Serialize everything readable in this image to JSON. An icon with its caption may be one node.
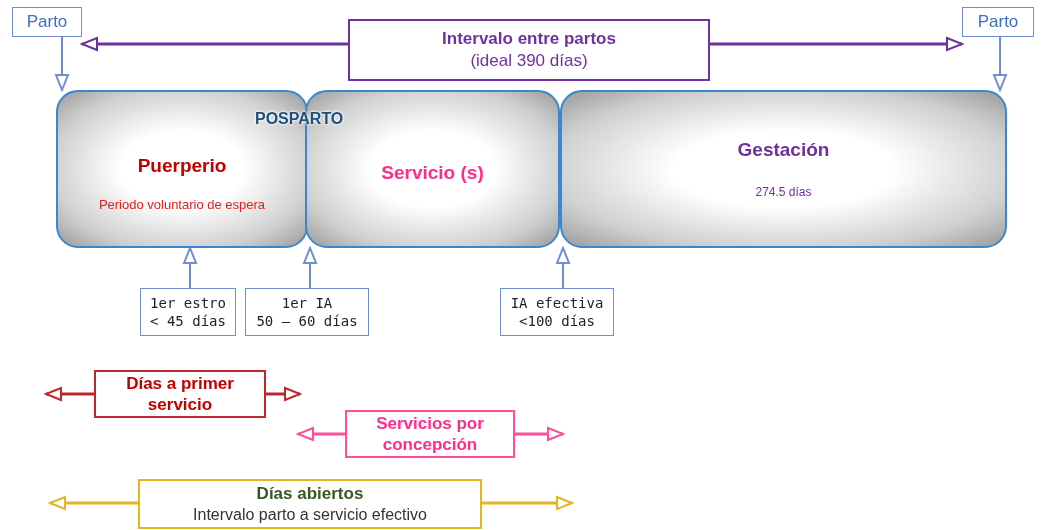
{
  "diagram": {
    "nodes": [
      {
        "text": [
          "Parto"
        ]
      },
      {
        "text": [
          "Parto"
        ]
      },
      {
        "text": [
          "Intervalo entre partos",
          "(ideal 390 días)"
        ]
      },
      {
        "text": [
          "Puerperio",
          "Periodo voluntario de espera"
        ]
      },
      {
        "text": [
          "Servicio (s)"
        ]
      },
      {
        "text": [
          "Gestación",
          "274.5 días"
        ]
      },
      {
        "text": [
          "1er estro < 45 días"
        ]
      },
      {
        "text": [
          "1er IA 50 – 60 días"
        ]
      },
      {
        "text": [
          "IA efectiva <100 días"
        ]
      },
      {
        "text": [
          "Días a primer servicio"
        ]
      },
      {
        "text": [
          "Servicios por concepción"
        ]
      },
      {
        "text": [
          "Días abiertos",
          "Intervalo parto a servicio efectivo"
        ]
      }
    ],
    "edges": [
      {
        "from": 0,
        "to": 3,
        "arrow": "to"
      },
      {
        "from": 1,
        "to": 5,
        "arrow": "to"
      },
      {
        "from": 2,
        "to": 0,
        "arrow": "to",
        "color": "#7030a0"
      },
      {
        "from": 2,
        "to": 1,
        "arrow": "to",
        "color": "#7030a0"
      },
      {
        "from": 6,
        "to": 3,
        "arrow": "to"
      },
      {
        "from": 7,
        "to": 4,
        "arrow": "to"
      },
      {
        "from": 8,
        "to": 5,
        "arrow": "to"
      },
      {
        "from": 9,
        "to": null,
        "arrow": "to",
        "color": "#c0272d"
      },
      {
        "from": 9,
        "to": null,
        "arrow": "to",
        "color": "#c0272d"
      },
      {
        "from": 10,
        "to": null,
        "arrow": "to",
        "color": "#ff4f9a"
      },
      {
        "from": 10,
        "to": null,
        "arrow": "to",
        "color": "#ff4f9a"
      },
      {
        "from": 11,
        "to": null,
        "arrow": "to",
        "color": "#e6b422"
      },
      {
        "from": 11,
        "to": null,
        "arrow": "to",
        "color": "#e6b422"
      }
    ],
    "labels": [
      "POSPARTO"
    ]
  }
}
